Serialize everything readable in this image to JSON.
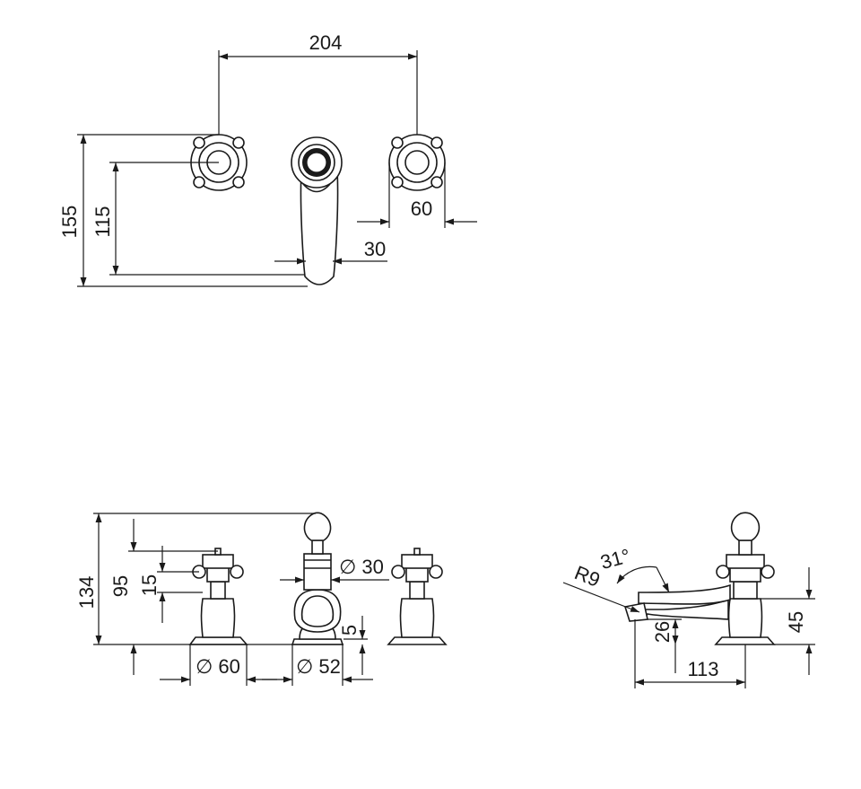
{
  "top_view": {
    "dim_spacing": "204",
    "dim_height_total": "155",
    "dim_height_handle": "115",
    "dim_handle_width": "60",
    "dim_spout_width": "30"
  },
  "front_view": {
    "dim_total_height": "134",
    "dim_handle_height": "95",
    "dim_handle_cross": "15",
    "dim_spout_dia": "∅ 30",
    "dim_base_thickness": "5",
    "dim_handle_base_dia": "∅ 60",
    "dim_spout_base_dia": "∅ 52"
  },
  "side_view": {
    "dim_radius": "R9",
    "dim_angle": "31°",
    "dim_outlet_height": "26",
    "dim_reach": "113",
    "dim_body_height": "45"
  }
}
